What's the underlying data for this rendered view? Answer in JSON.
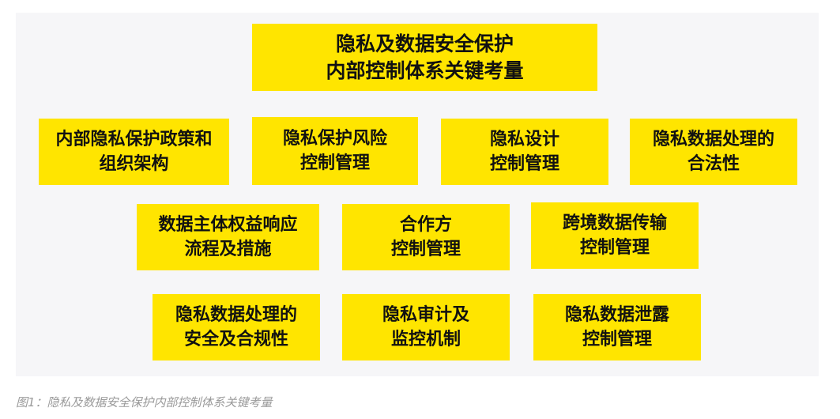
{
  "diagram": {
    "root": {
      "line1": "隐私及数据安全保护",
      "line2": "内部控制体系关键考量"
    },
    "row1": [
      {
        "line1": "内部隐私保护政策和",
        "line2": "组织架构"
      },
      {
        "line1": "隐私保护风险",
        "line2": "控制管理"
      },
      {
        "line1": "隐私设计",
        "line2": "控制管理"
      },
      {
        "line1": "隐私数据处理的",
        "line2": "合法性"
      }
    ],
    "row2": [
      {
        "line1": "数据主体权益响应",
        "line2": "流程及措施"
      },
      {
        "line1": "合作方",
        "line2": "控制管理"
      },
      {
        "line1": "跨境数据传输",
        "line2": "控制管理"
      }
    ],
    "row3": [
      {
        "line1": "隐私数据处理的",
        "line2": "安全及合规性"
      },
      {
        "line1": "隐私审计及",
        "line2": "监控机制"
      },
      {
        "line1": "隐私数据泄露",
        "line2": "控制管理"
      }
    ],
    "box_color": "#ffe500",
    "panel_color": "#f6f6f8"
  },
  "caption": "图1：隐私及数据安全保护内部控制体系关键考量"
}
